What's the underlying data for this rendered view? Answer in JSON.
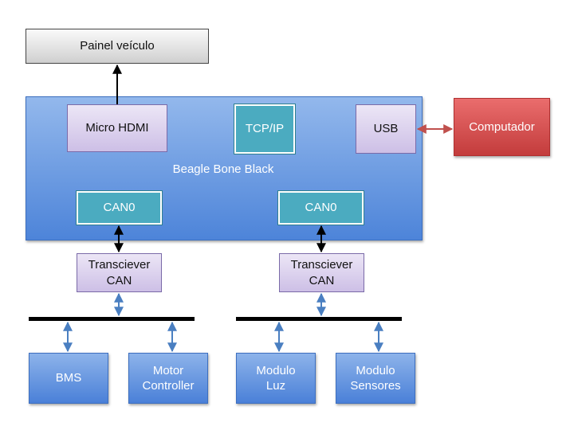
{
  "nodes": {
    "painel": "Painel veículo",
    "board": "Beagle Bone Black",
    "hdmi": "Micro HDMI",
    "tcpip": "TCP/IP",
    "usb": "USB",
    "computador": "Computador",
    "can0_left": "CAN0",
    "can0_right": "CAN0",
    "trans_left": {
      "line1": "Transciever",
      "line2": "CAN"
    },
    "trans_right": {
      "line1": "Transciever",
      "line2": "CAN"
    },
    "bms": "BMS",
    "motor": {
      "line1": "Motor",
      "line2": "Controller"
    },
    "luz": {
      "line1": "Modulo",
      "line2": "Luz"
    },
    "sensores": {
      "line1": "Modulo",
      "line2": "Sensores"
    }
  },
  "colors": {
    "board": "#5b8fdc",
    "interface": "#d6cbeb",
    "can": "#4babc0",
    "computer": "#d64b4b",
    "device": "#5b8fdc",
    "link_black": "#000000",
    "link_blue": "#4a7fc1",
    "link_red": "#c0504d"
  }
}
